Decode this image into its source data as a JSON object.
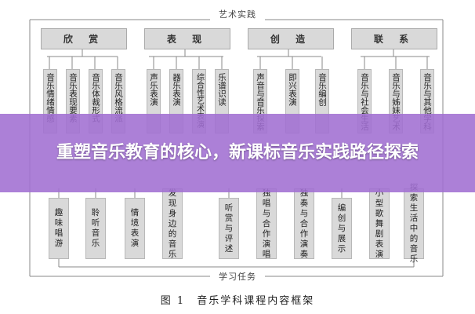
{
  "top_label": "艺术实践",
  "bottom_label": "学习任务",
  "categories": [
    "欣 赏",
    "表 现",
    "创 造",
    "联 系"
  ],
  "top_items": [
    "音乐情绪情感",
    "音乐表现要素",
    "音乐体裁形式",
    "音乐风格流派",
    "声乐表演",
    "器乐表演",
    "综合性艺术表演",
    "乐谱识读",
    "声音与音乐探索",
    "即兴表演",
    "音乐编创",
    "音乐与社会生活",
    "音乐与姊妹艺术",
    "音乐与其他学科"
  ],
  "bottom_items": [
    "趣味唱游",
    "聆听音乐",
    "情境表演",
    "发现身边的音乐",
    "听赏与评述",
    "独唱与合作演唱",
    "独奏与合作演奏",
    "编创与展示",
    "小型歌舞剧表演",
    "探索生活中的音乐"
  ],
  "overlay_title": "重塑音乐教育的核心，新课标音乐实践路径探索",
  "caption": "图 1　音乐学科课程内容框架",
  "colors": {
    "box": "#d9d9d9",
    "line": "#888888",
    "banner": "#a06ed2"
  }
}
